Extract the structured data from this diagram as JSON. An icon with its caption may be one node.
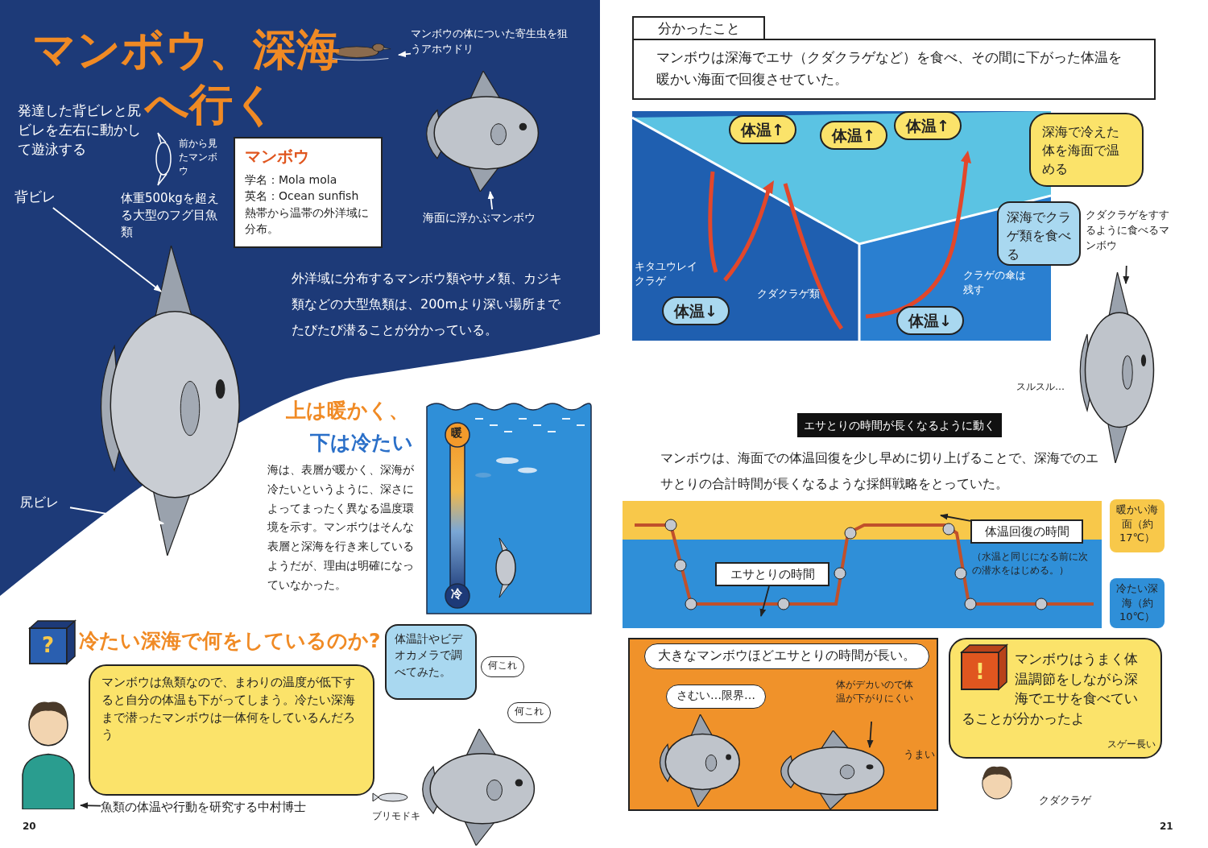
{
  "diagram": {
    "title": "マンボウ、深海へ行く",
    "nodes": [
      {
        "text": [],
        "shape": "picture"
      },
      {
        "text": [
          "背ビレ"
        ]
      },
      {
        "text": [
          "尻ビレ"
        ]
      },
      {
        "text": [],
        "shape": "picture"
      },
      {
        "text": [
          "マンボウの体についた寄生虫を狙うアホウドリ"
        ]
      },
      {
        "text": [],
        "shape": "picture"
      },
      {
        "text": [
          "海面に浮かぶマンボウ"
        ]
      },
      {
        "text": [
          "マンボウ",
          "学名：Mola mola",
          "英名：Ocean sunfish",
          "熱帯から温帯の外洋域に分布。"
        ]
      },
      {
        "text": [
          "分かったこと",
          "マンボウは深海でエサ（クダクラゲなど）を食べ、その間に下がった体温を暖かい海面で回復させていた。"
        ]
      },
      {
        "text": [],
        "shape": "box"
      },
      {
        "text": [
          "体温↑"
        ],
        "in": 9
      },
      {
        "text": [
          "体温↑"
        ],
        "in": 9
      },
      {
        "text": [
          "体温↑"
        ],
        "in": 9
      },
      {
        "text": [
          "体温↓"
        ],
        "in": 9
      },
      {
        "text": [
          "体温↓"
        ],
        "in": 9
      },
      {
        "text": [
          "深海でクラゲ類を食べる"
        ]
      },
      {
        "text": [
          "深海で冷えた体を海面で温める"
        ]
      },
      {
        "text": [],
        "shape": "picture"
      },
      {
        "text": [
          "クダクラゲをすするように食べるマンボウ"
        ]
      },
      {
        "text": [
          "エサとりの時間が長くなるように動く"
        ]
      },
      {
        "text": [],
        "shape": "box"
      },
      {
        "text": [
          "体温回復の時間"
        ],
        "in": 20,
        "beside": [
          "（水温と同じになる前に次の潜水をはじめる。）"
        ]
      },
      {
        "text": [
          "エサとりの時間"
        ],
        "in": 20
      },
      {
        "text": [],
        "shape": "person"
      },
      {
        "text": [
          "マンボウは魚類なので、まわりの温度が低下すると自分の体温も下がってしまう。冷たい深海まで潜ったマンボウは一体何をしているんだろう"
        ]
      },
      {
        "text": [
          "魚類の体温や行動を研究する中村博士"
        ]
      },
      {
        "text": [
          "体温計やビデオカメラで調べてみた。"
        ]
      },
      {
        "text": [],
        "shape": "picture"
      },
      {
        "text": [
          "何これ"
        ]
      },
      {
        "text": [
          "何これ"
        ]
      },
      {
        "text": [],
        "shape": "box"
      },
      {
        "text": [
          "大きなマンボウほどエサとりの時間が長い。"
        ],
        "in": 30
      },
      {
        "text": [
          "さむい…限界…"
        ],
        "in": 30
      },
      {
        "text": [],
        "shape": "picture",
        "in": 30
      },
      {
        "text": [],
        "shape": "picture",
        "in": 30
      },
      {
        "text": [
          "体がデカいので体温が下がりにくい"
        ],
        "in": 30
      },
      {
        "text": [
          "マンボウはうまく体温調節をしながら深海でエサを食べていることが分かったよ"
        ]
      },
      {
        "text": [],
        "shape": "person"
      }
    ],
    "edges": [
      {
        "from": 1,
        "to": 0,
        "arrow": "to",
        "color": "#ffffff"
      },
      {
        "from": 2,
        "to": 0,
        "arrow": "to",
        "color": "#ffffff"
      },
      {
        "from": 4,
        "to": 3,
        "arrow": "to",
        "color": "#ffffff"
      },
      {
        "from": 6,
        "to": 5,
        "arrow": "to",
        "color": "#ffffff"
      },
      {
        "from": 18,
        "to": 17,
        "arrow": "to",
        "color": "#222222"
      },
      {
        "from": 21,
        "to": null,
        "arrow": "to",
        "color": "#222222"
      },
      {
        "from": 22,
        "to": null,
        "arrow": "to",
        "color": "#222222"
      },
      {
        "from": 25,
        "to": 23,
        "arrow": "to",
        "color": "#222222"
      },
      {
        "from": 35,
        "to": 34,
        "arrow": "to",
        "color": "#222222"
      }
    ],
    "labels": [
      "発達した背ビレと尻ビレを左右に動かして遊泳する",
      "前から見たマンボウ",
      "体重500kgを超える大型のフグ目魚類",
      "外洋域に分布するマンボウ類やサメ類、カジキ類などの大型魚類は、200mより深い場所までたびたび潜ることが分かっている。",
      "上は暖かく、",
      "下は冷たい",
      "海は、表層が暖かく、深海が冷たいというように、深さによってまったく異なる温度環境を示す。マンボウはそんな表層と深海を行き来しているようだが、理由は明確になっていなかった。",
      "暖",
      "冷",
      "?",
      "冷たい深海で何をしているのか?",
      "ブリモドキ",
      "キタユウレイクラゲ",
      "クダクラゲ類",
      "クラゲの傘は残す",
      "スルスル…",
      "マンボウは、海面での体温回復を少し早めに切り上げることで、深海でのエサとりの合計時間が長くなるような採餌戦略をとっていた。",
      "うまい",
      "!",
      "スゲー長い",
      "クダクラゲ",
      "20",
      "21"
    ],
    "legend": [
      {
        "text": "暖かい海面（約17℃）",
        "color": "#f8c84a"
      },
      {
        "text": "冷たい深海（約10℃）",
        "color": "#2f8fd8"
      }
    ]
  }
}
